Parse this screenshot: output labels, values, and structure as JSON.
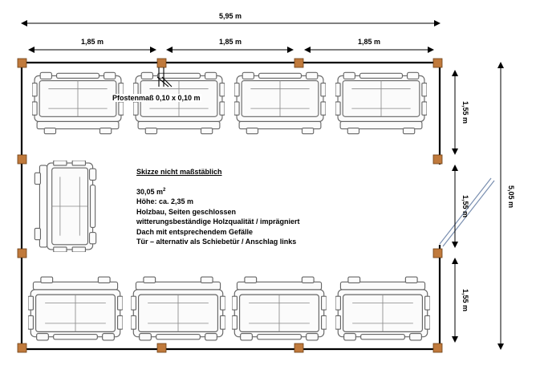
{
  "dimensions": {
    "total_width": "5,95 m",
    "bay_widths": [
      "1,85 m",
      "1,85 m",
      "1,85 m"
    ],
    "total_depth": "5,05 m",
    "depth_sections": [
      "1,55 m",
      "1,55 m",
      "1,55 m"
    ]
  },
  "post_label": "Pfostenmaß 0,10 x 0,10 m",
  "notes": {
    "title": "Skizze nicht maßstäblich",
    "area_value": "30,05 m",
    "area_exp": "2",
    "lines": [
      "Höhe: ca. 2,35 m",
      "Holzbau, Seiten geschlossen",
      "witterungsbeständige Holzqualität / imprägniert",
      "Dach mit entsprechendem Gefälle",
      "Tür – alternativ als Schiebetür / Anschlag links"
    ]
  },
  "colors": {
    "post": "#c07a3c",
    "wall": "#000000",
    "bin_stroke": "#666666",
    "door": "#7a8fb0"
  }
}
